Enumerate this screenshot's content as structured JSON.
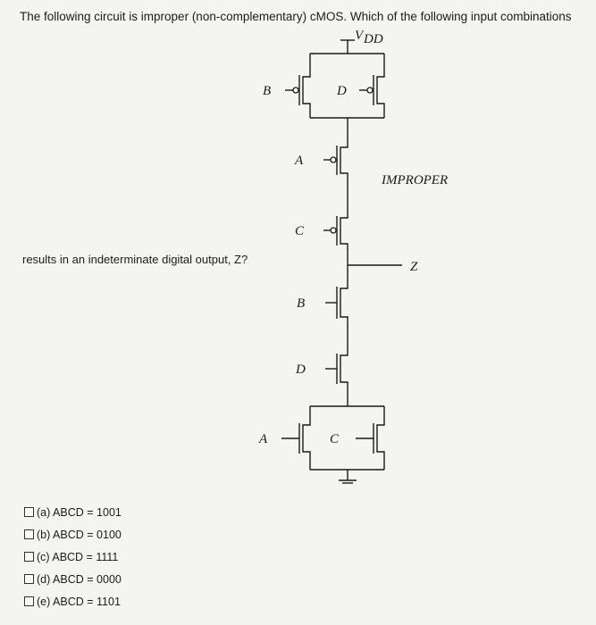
{
  "question": {
    "line1": "The following circuit is improper (non-complementary) cMOS. Which of the following input combinations",
    "line2": "results in an indeterminate digital output, Z?"
  },
  "circuit": {
    "vdd_label": "V",
    "vdd_subscript": "DD",
    "improper_label": "IMPROPER",
    "output_label": "Z",
    "gate_labels": {
      "pmos_b": "B",
      "pmos_d": "D",
      "pmos_a": "A",
      "pmos_c": "C",
      "nmos_b": "B",
      "nmos_d": "D",
      "nmos_a": "A",
      "nmos_c": "C"
    }
  },
  "options": [
    {
      "label": "(a) ABCD = 1001"
    },
    {
      "label": "(b) ABCD = 0100"
    },
    {
      "label": "(c) ABCD = 1111"
    },
    {
      "label": "(d) ABCD = 0000"
    },
    {
      "label": "(e) ABCD = 1101"
    }
  ]
}
